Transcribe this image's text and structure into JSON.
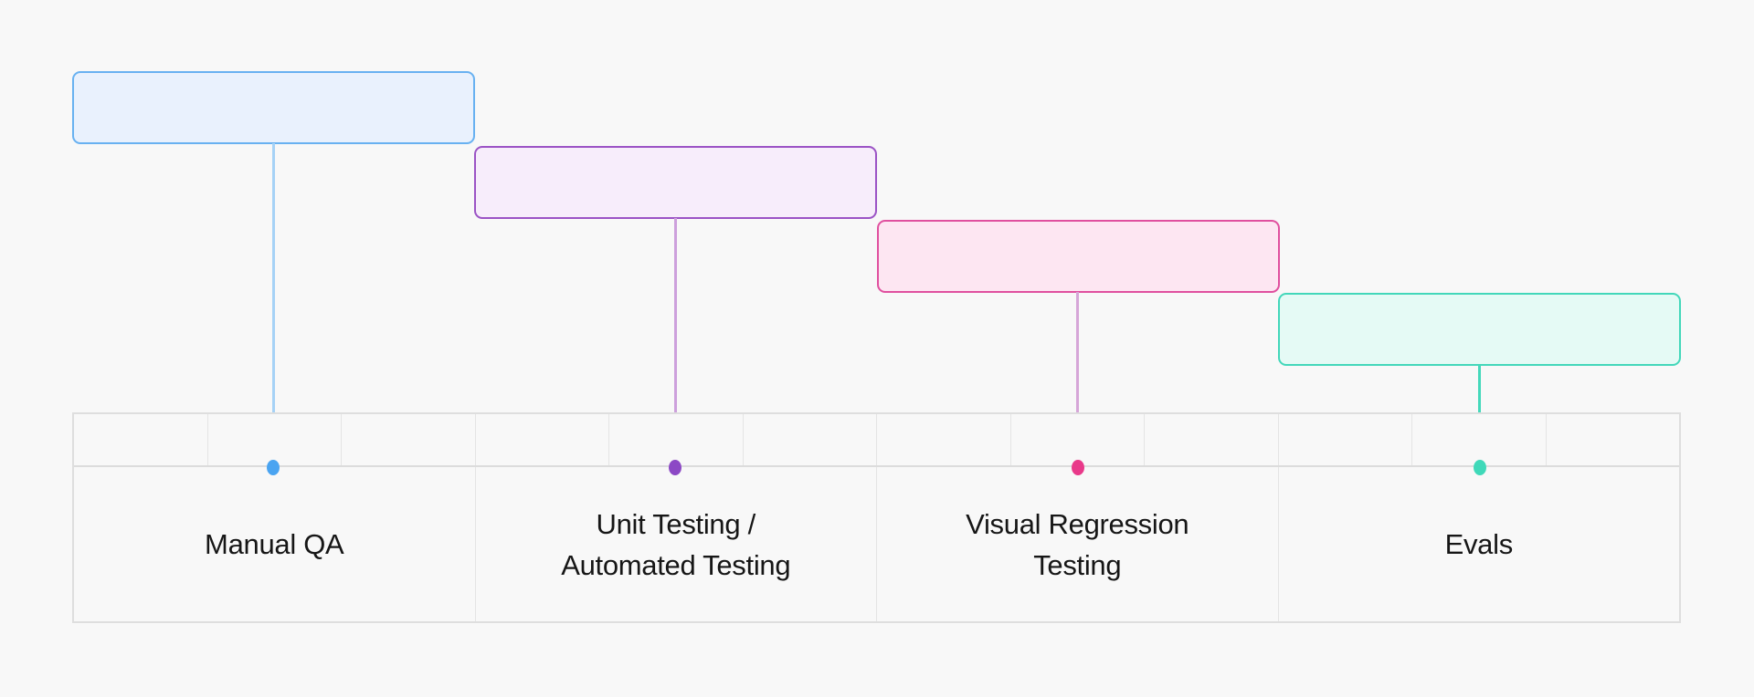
{
  "diagram": {
    "name": "testing-methods-waterfall-timeline",
    "background_color": "#f8f8f8",
    "table_outer_border_color": "#dedede",
    "table_inner_border_color": "#e4e4e4",
    "text_color": "#161616",
    "columns": 4,
    "ticks_per_column": 3
  },
  "stages": [
    {
      "label": "Manual QA",
      "box_fill": "#e9f1fd",
      "box_border": "#68b1f1",
      "line_color": "#a6d2f6",
      "dot_color": "#4aa4f1"
    },
    {
      "label": "Unit Testing /\nAutomated Testing",
      "box_fill": "#f7edfb",
      "box_border": "#9b53c5",
      "line_color": "#cda0dc",
      "dot_color": "#8c48c5"
    },
    {
      "label": "Visual Regression\nTesting",
      "box_fill": "#fde6f2",
      "box_border": "#e0509f",
      "line_color": "#d6a6d8",
      "dot_color": "#e9398a"
    },
    {
      "label": "Evals",
      "box_fill": "#e5faf5",
      "box_border": "#43d7ba",
      "line_color": "#44d9bb",
      "line_tail_color": "#abd4f3",
      "dot_color": "#3fd9b9"
    }
  ]
}
